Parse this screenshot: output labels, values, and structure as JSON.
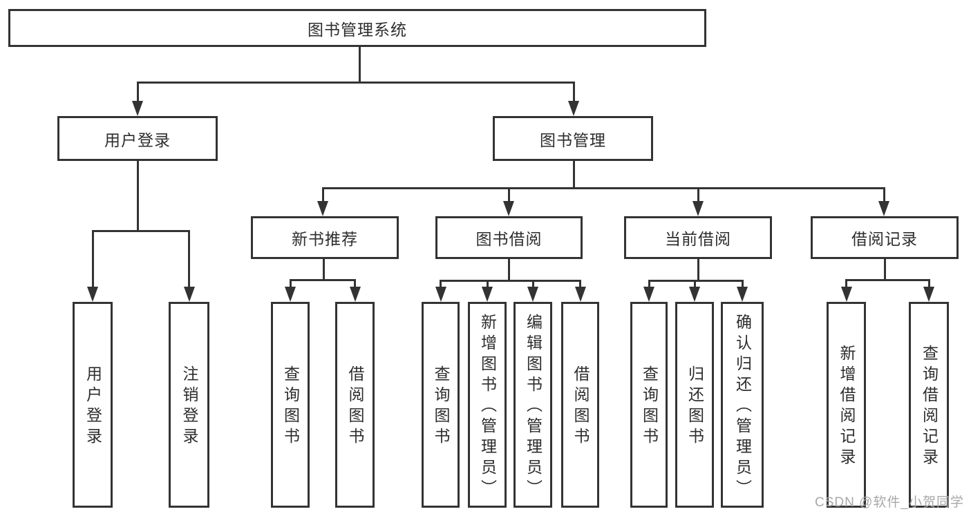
{
  "diagram": {
    "title": "图书管理系统",
    "level2": {
      "user_login": "用户登录",
      "book_management": "图书管理"
    },
    "level3": {
      "new_book_recommend": "新书推荐",
      "book_borrow": "图书借阅",
      "current_borrow": "当前借阅",
      "borrow_records": "借阅记录"
    },
    "leaves": {
      "user_login": [
        "用户登录",
        "注销登录"
      ],
      "new_book_recommend": [
        "查询图书",
        "借阅图书"
      ],
      "book_borrow": [
        "查询图书",
        "新增图书（管理员）",
        "编辑图书（管理员）",
        "借阅图书"
      ],
      "current_borrow": [
        "查询图书",
        "归还图书",
        "确认归还（管理员）"
      ],
      "borrow_records": [
        "新增借阅记录",
        "查询借阅记录"
      ]
    },
    "colors": {
      "line": "#333333",
      "text": "#2d2d2d",
      "box_fill": "#ffffff",
      "watermark": "#a8a8a8"
    }
  },
  "watermark": {
    "text": "CSDN @软件_小贺同学"
  }
}
